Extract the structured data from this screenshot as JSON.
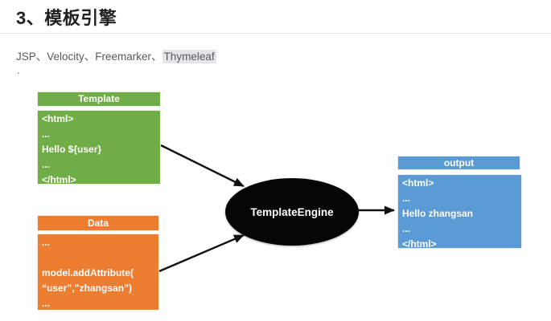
{
  "page": {
    "title": "3、模板引擎"
  },
  "intro": {
    "items": [
      "JSP",
      "Velocity",
      "Freemarker",
      "Thymeleaf"
    ],
    "separator": "、",
    "stray": "."
  },
  "diagram": {
    "template_box": {
      "title": "Template",
      "lines": [
        "<html>",
        "...",
        "Hello ${user}",
        "...",
        "</html>"
      ]
    },
    "data_box": {
      "title": "Data",
      "lines": [
        "...",
        "",
        "model.addAttribute(",
        "“user”,”zhangsan”)",
        "..."
      ]
    },
    "engine": {
      "label": "TemplateEngine"
    },
    "output_box": {
      "title": "output",
      "lines": [
        "<html>",
        "...",
        "Hello zhangsan",
        "...",
        "</html>"
      ]
    }
  },
  "colors": {
    "green": "#70ad47",
    "orange": "#ed7d31",
    "blue": "#5b9bd5",
    "engine-fill": "#050505",
    "arrow": "#111111",
    "heading-text": "#212121",
    "body-text": "#595959",
    "highlight-bg": "#e3e6e9",
    "rule": "#e8e8e8"
  }
}
